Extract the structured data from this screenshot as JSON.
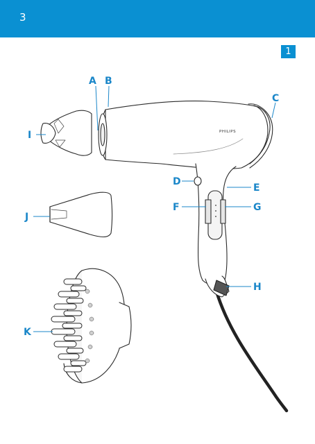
{
  "header": {
    "page_number": "3"
  },
  "figure": {
    "number": "1",
    "brand_text": "PHILIPS",
    "callouts": {
      "a": "A",
      "b": "B",
      "c": "C",
      "d": "D",
      "e": "E",
      "f": "F",
      "g": "G",
      "h": "H",
      "i": "I",
      "j": "J",
      "k": "K"
    }
  },
  "colors": {
    "accent": "#0a90d2",
    "callout": "#1b87c9"
  }
}
